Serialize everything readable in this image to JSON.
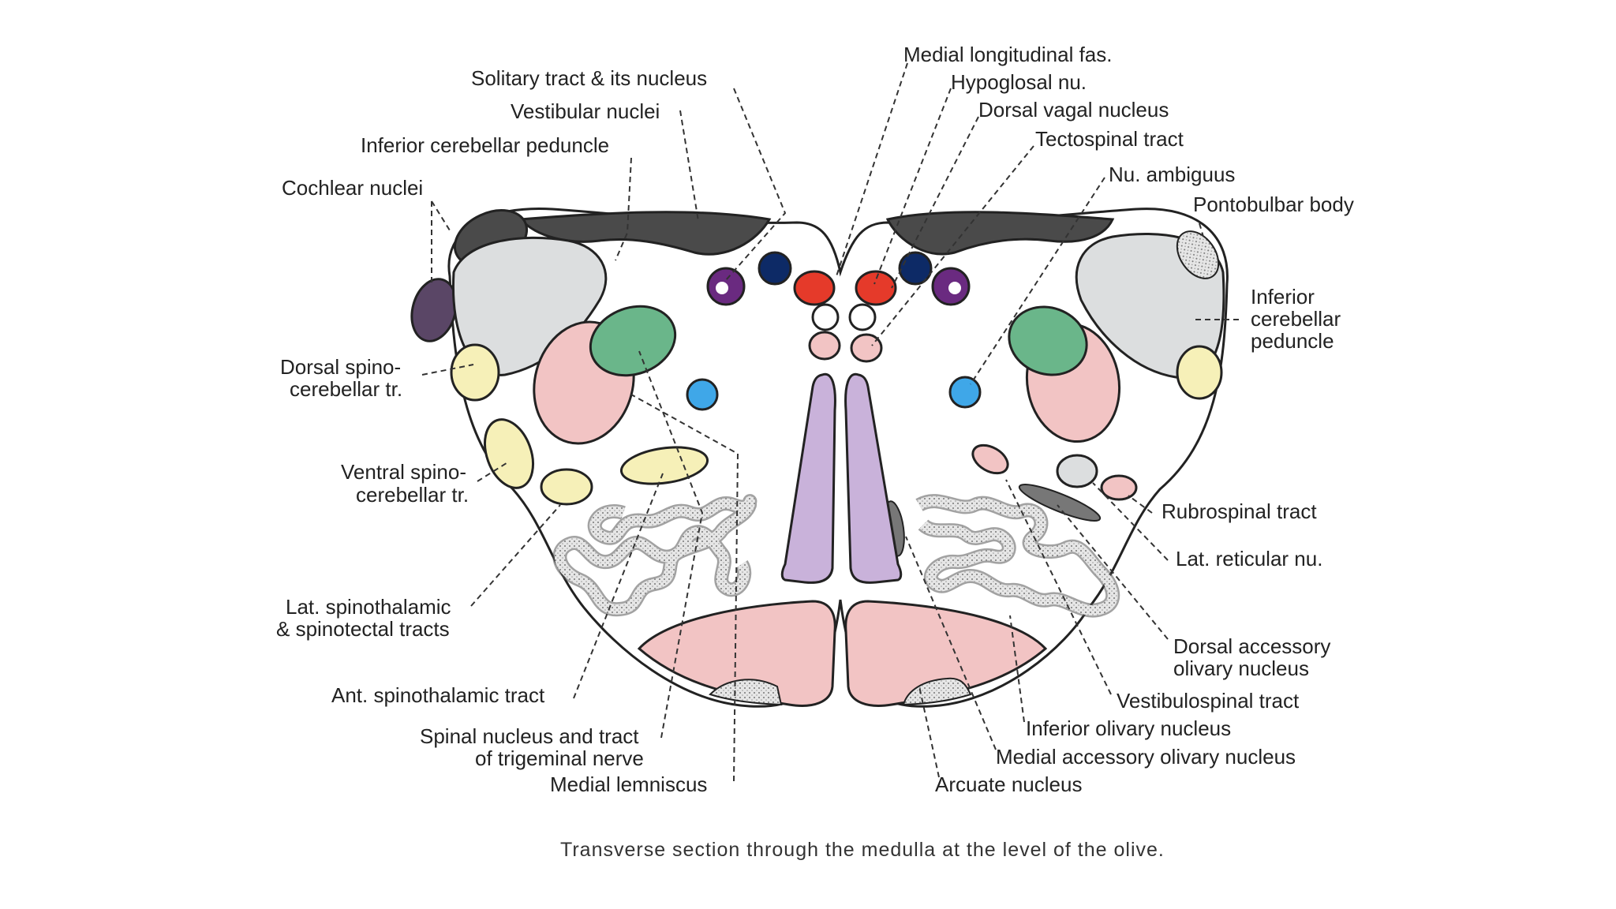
{
  "labels": {
    "solitary": "Solitary tract & its nucleus",
    "vestibular": "Vestibular nuclei",
    "icp_left": "Inferior cerebellar peduncle",
    "cochlear": "Cochlear nuclei",
    "dscbt_1": "Dorsal spino-",
    "dscbt_2": "cerebellar tr.",
    "vscbt_1": "Ventral spino-",
    "vscbt_2": "cerebellar tr.",
    "latst_1": "Lat. spinothalamic",
    "latst_2": "& spinotectal tracts",
    "antst": "Ant. spinothalamic tract",
    "spinal5_1": "Spinal nucleus and tract",
    "spinal5_2": "of trigeminal nerve",
    "medlem": "Medial lemniscus",
    "mlf": "Medial longitudinal fas.",
    "hypoglossal": "Hypoglosal nu.",
    "dorsal_vagal": "Dorsal vagal nucleus",
    "tectospinal": "Tectospinal tract",
    "ambiguus": "Nu. ambiguus",
    "pontobulbar": "Pontobulbar body",
    "icp_right_1": "Inferior",
    "icp_right_2": "cerebellar",
    "icp_right_3": "peduncle",
    "rubrospinal": "Rubrospinal tract",
    "lat_reticular": "Lat. reticular nu.",
    "dao_1": "Dorsal accessory",
    "dao_2": "olivary nucleus",
    "vestibulospinal": "Vestibulospinal tract",
    "ion": "Inferior olivary nucleus",
    "mao": "Medial accessory olivary nucleus",
    "arcuate": "Arcuate nucleus"
  },
  "caption": "Transverse section through the medulla at the level of the olive.",
  "colors": {
    "outline": "#222222",
    "dark_gray": "#4a4a4a",
    "light_gray": "#dcdedf",
    "cream": "#f6f0b8",
    "green": "#6ab68a",
    "pink": "#f2c4c4",
    "lavender": "#c9b2da",
    "purple": "#6a2a80",
    "navy": "#0d2a66",
    "red": "#e53a2a",
    "light_blue": "#3fa7e8",
    "cochlear_purple": "#5a4666"
  }
}
